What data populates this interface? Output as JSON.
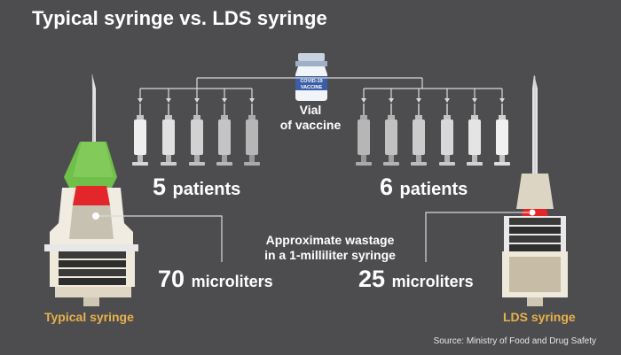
{
  "title": "Typical syringe vs. LDS syringe",
  "vial": {
    "cap_text": "COVID-19\nVACCINE",
    "label": "Vial\nof vaccine"
  },
  "left": {
    "patients_value": "5",
    "patients_unit": "patients",
    "wastage_value": "70",
    "wastage_unit": "microliters",
    "syringe_label": "Typical syringe",
    "small_syringe_count": 5
  },
  "right": {
    "patients_value": "6",
    "patients_unit": "patients",
    "wastage_value": "25",
    "wastage_unit": "microliters",
    "syringe_label": "LDS syringe",
    "small_syringe_count": 6
  },
  "wastage_label": "Approximate wastage\nin a 1-milliliter syringe",
  "source": "Source: Ministry of Food and Drug Safety",
  "colors": {
    "background": "#4d4d4f",
    "needle_hub_green": "#6fbf4a",
    "plunger_red": "#e3262a",
    "label_gold": "#e8b24a"
  }
}
